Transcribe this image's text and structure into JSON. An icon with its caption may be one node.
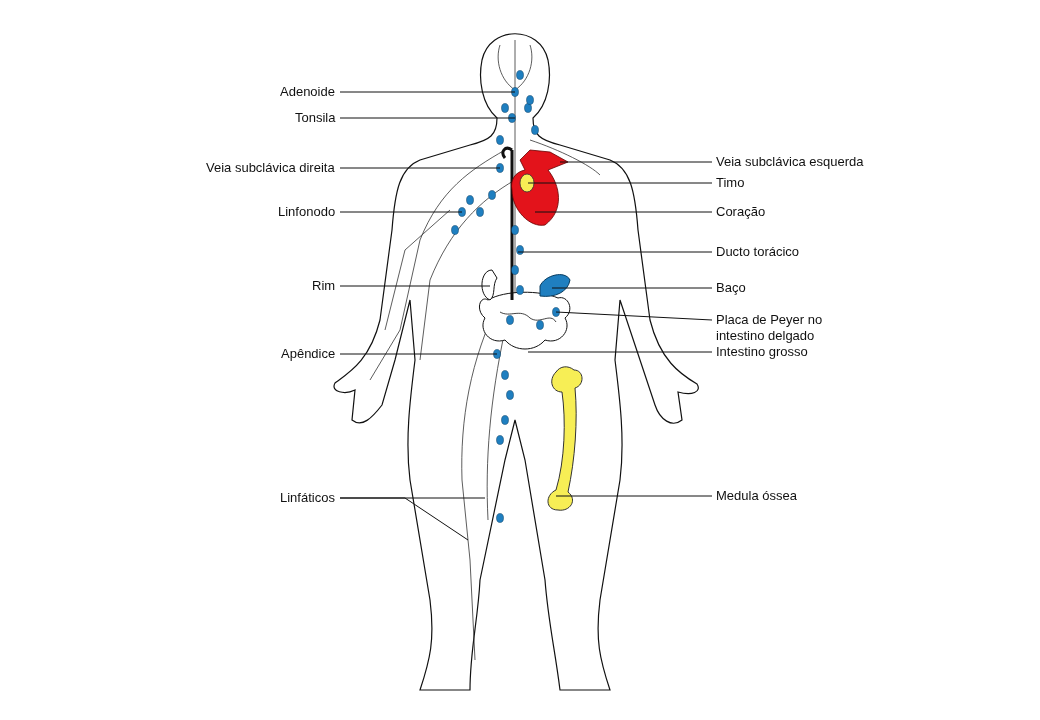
{
  "diagram": {
    "nodes": [
      {
        "text": [
          "Adenoide"
        ]
      },
      {
        "text": [
          "Tonsila"
        ]
      },
      {
        "text": [
          "Veia subclávica direita"
        ]
      },
      {
        "text": [
          "Linfonodo"
        ]
      },
      {
        "text": [
          "Rim"
        ]
      },
      {
        "text": [
          "Apêndice"
        ]
      },
      {
        "text": [
          "Linfáticos"
        ]
      },
      {
        "text": [
          "Veia subclávica esquerda"
        ]
      },
      {
        "text": [
          "Timo"
        ]
      },
      {
        "text": [
          "Coração"
        ]
      },
      {
        "text": [
          "Ducto torácico"
        ]
      },
      {
        "text": [
          "Baço"
        ]
      },
      {
        "text": [
          "Placa de Peyer no intestino delgado"
        ]
      },
      {
        "text": [
          "Intestino grosso"
        ]
      },
      {
        "text": [
          "Medula óssea"
        ]
      }
    ],
    "edges": [
      {
        "from": 0,
        "to": null,
        "arrow": "none"
      },
      {
        "from": 1,
        "to": null,
        "arrow": "none"
      },
      {
        "from": 2,
        "to": null,
        "arrow": "none"
      },
      {
        "from": 3,
        "to": null,
        "arrow": "none"
      },
      {
        "from": 4,
        "to": null,
        "arrow": "none"
      },
      {
        "from": 5,
        "to": null,
        "arrow": "none"
      },
      {
        "from": 6,
        "to": null,
        "arrow": "none"
      },
      {
        "from": 6,
        "to": null,
        "arrow": "none"
      },
      {
        "from": 7,
        "to": null,
        "arrow": "none"
      },
      {
        "from": 8,
        "to": null,
        "arrow": "none"
      },
      {
        "from": 9,
        "to": null,
        "arrow": "none"
      },
      {
        "from": 10,
        "to": null,
        "arrow": "none"
      },
      {
        "from": 11,
        "to": null,
        "arrow": "none"
      },
      {
        "from": 12,
        "to": null,
        "arrow": "none"
      },
      {
        "from": 13,
        "to": null,
        "arrow": "none"
      },
      {
        "from": 14,
        "to": null,
        "arrow": "none"
      }
    ]
  }
}
